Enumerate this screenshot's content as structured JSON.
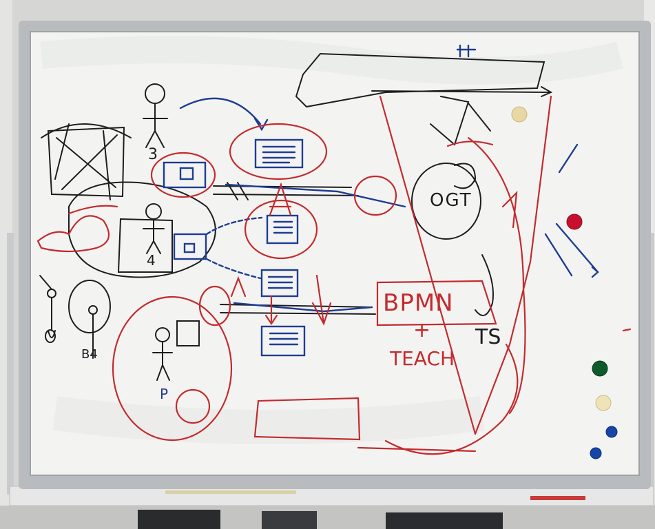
{
  "whiteboard": {
    "handwriting": {
      "label_3": "3",
      "label_4": "4",
      "label_p": "P",
      "label_b4": "B4",
      "label_ogt": "OGT",
      "label_bpmn": "BPMN",
      "label_plus": "+",
      "label_teach": "TEACH",
      "label_ts": "TS"
    },
    "colors": {
      "board": "#f3f4f2",
      "frame": "#b9bcbe",
      "ink_red": "#c42a2e",
      "ink_blue": "#1f3c92",
      "ink_black": "#1d1d1f"
    },
    "magnets": [
      {
        "name": "yellow-magnet",
        "color": "#e8d8a4"
      },
      {
        "name": "red-magnet",
        "color": "#c8102e"
      },
      {
        "name": "green-magnet",
        "color": "#0e5a2a"
      },
      {
        "name": "cream-magnet",
        "color": "#efe3b8"
      },
      {
        "name": "blue-magnet-upper",
        "color": "#1546a8"
      },
      {
        "name": "blue-magnet-lower",
        "color": "#1546a8"
      }
    ]
  }
}
